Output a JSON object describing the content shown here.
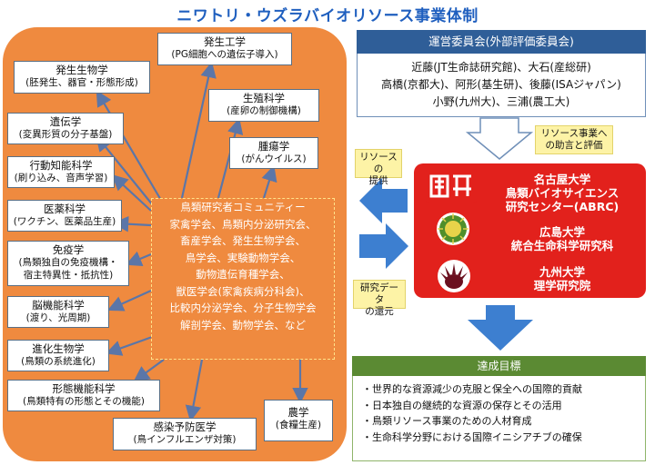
{
  "title": "ニワトリ・ウズラバイオリソース事業体制",
  "fields": [
    {
      "name": "発生工学",
      "sub": "(PG細胞への遺伝子導入)"
    },
    {
      "name": "発生生物学",
      "sub": "(胚発生、器官・形態形成)"
    },
    {
      "name": "生殖科学",
      "sub": "(産卵の制御機構)"
    },
    {
      "name": "遺伝学",
      "sub": "(変異形質の分子基盤)"
    },
    {
      "name": "腫瘍学",
      "sub": "(がんウイルス)"
    },
    {
      "name": "行動知能科学",
      "sub": "(刷り込み、音声学習)"
    },
    {
      "name": "医薬科学",
      "sub": "(ワクチン、医薬品生産)"
    },
    {
      "name": "免疫学",
      "sub": "(鳥類独自の免疫機構・",
      "sub2": "宿主特異性・抵抗性)"
    },
    {
      "name": "脳機能科学",
      "sub": "(渡り、光周期)"
    },
    {
      "name": "進化生物学",
      "sub": "(鳥類の系統進化)"
    },
    {
      "name": "形態機能科学",
      "sub": "(鳥類特有の形態とその機能)"
    },
    {
      "name": "感染予防医学",
      "sub": "(鳥インフルエンザ対策)"
    },
    {
      "name": "農学",
      "sub": "(食糧生産)"
    }
  ],
  "community": {
    "lines": [
      "鳥類研究者コミュニティー",
      "家禽学会、鳥類内分泌研究会、",
      "畜産学会、発生生物学会、",
      "鳥学会、実験動物学会、",
      "動物遺伝育種学会、",
      "獣医学会(家禽疾病分科会)、",
      "比較内分泌学会、分子生物学会",
      "解剖学会、動物学会、など"
    ]
  },
  "management": {
    "header": "運営委員会(外部評価委員会)",
    "lines": [
      "近藤(JT生命誌研究館)、大石(産総研)",
      "高橋(京都大)、阿形(基生研)、後藤(ISAジャパン)",
      "小野(九州大)、三浦(農工大)"
    ]
  },
  "notes": {
    "advice": [
      "リソース事業へ",
      "の助言と評価"
    ],
    "provide": [
      "リソースの",
      "提供"
    ],
    "return": [
      "研究データ",
      "の還元"
    ]
  },
  "institutions": [
    {
      "lines": [
        "名古屋大学",
        "鳥類バイオサイエンス",
        "研究センター(ABRC)"
      ],
      "logo": "nagoya-logo"
    },
    {
      "lines": [
        "広島大学",
        "統合生命科学研究科"
      ],
      "logo": "hiroshima-logo"
    },
    {
      "lines": [
        "九州大学",
        "理学研究院"
      ],
      "logo": "kyushu-logo"
    }
  ],
  "goals": {
    "header": "達成目標",
    "items": [
      "・世界的な資源減少の克服と保全への国際的貢献",
      "・日本独自の継続的な資源の保存とその活用",
      "・鳥類リソース事業のための人材育成",
      "・生命科学分野における国際イニシアチブの確保"
    ]
  },
  "colors": {
    "orange": "#ef8a3f",
    "red": "#e2211c",
    "navy": "#2f5e98",
    "green": "#5b8a33",
    "arrow_blue": "#3d7fd0",
    "title_blue": "#1f5fbf"
  }
}
